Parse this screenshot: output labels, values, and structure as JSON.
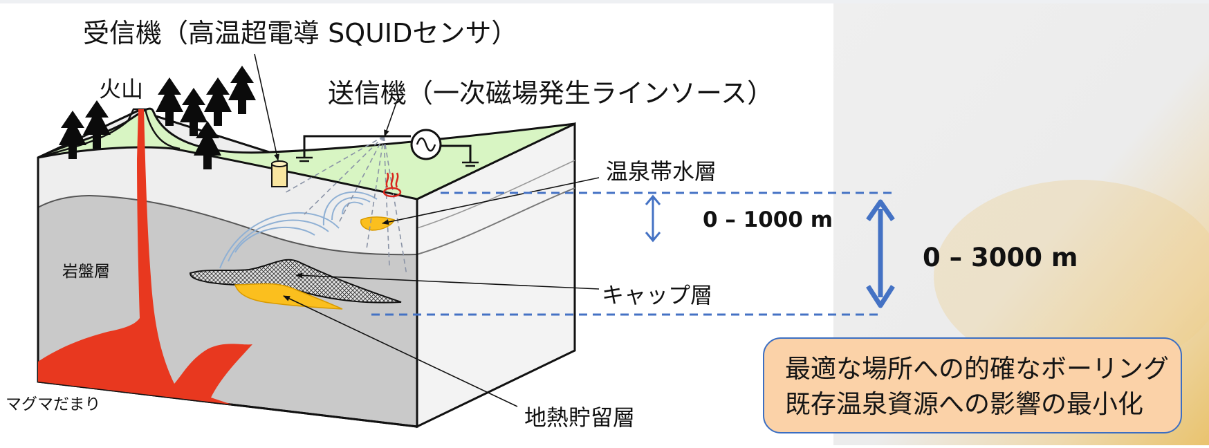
{
  "labels": {
    "receiver": "受信機（高温超電導 SQUIDセンサ）",
    "transmitter": "送信機（一次磁場発生ラインソース）",
    "volcano": "火山",
    "hot_spring_aquifer": "温泉帯水層",
    "bedrock": "岩盤層",
    "cap_layer": "キャップ層",
    "magma": "マグマだまり",
    "geothermal_reservoir": "地熱貯留層"
  },
  "depths": {
    "shallow": "0 – 1000 m",
    "deep": "0 – 3000 m"
  },
  "callout": {
    "line1": "最適な場所への的確なボーリング",
    "line2": "既存温泉資源への影響の最小化"
  },
  "colors": {
    "surface": "#d8f5c3",
    "ground": "#c9c9c9",
    "magma": "#e8381f",
    "reservoir": "#fbbf1e",
    "arrow": "#4472c4",
    "callout_bg": "#fbd2a8",
    "callout_border": "#3b6ec2"
  },
  "icons": [
    "tree-icon",
    "hot-spring-icon",
    "ac-source-icon",
    "ground-icon",
    "sensor-icon"
  ]
}
